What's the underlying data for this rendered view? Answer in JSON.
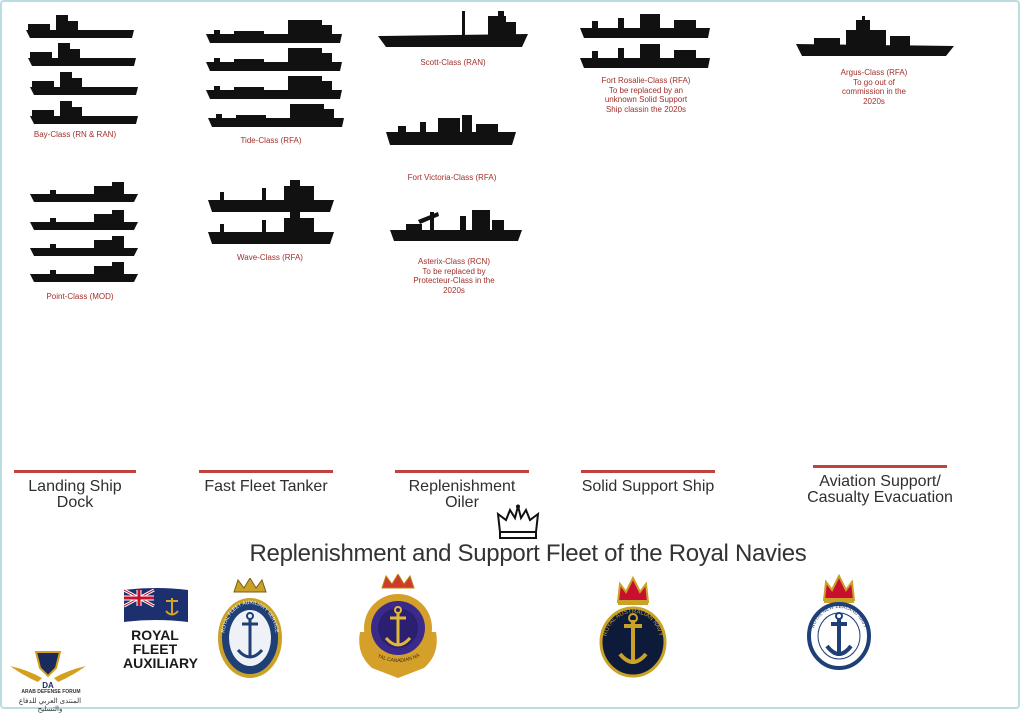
{
  "captions": {
    "bay": "Bay-Class (RN & RAN)",
    "tide": "Tide-Class (RFA)",
    "scott": "Scott-Class (RAN)",
    "fort_rosalie": [
      "Fort Rosalie-Class (RFA)",
      "To be replaced by an",
      "unknown Solid Support",
      "Ship classin the 2020s"
    ],
    "argus": [
      "Argus-Class (RFA)",
      "To go out of",
      "commission in the",
      "2020s"
    ],
    "fort_victoria": "Fort Victoria-Class (RFA)",
    "point": "Point-Class (MOD)",
    "wave": "Wave-Class (RFA)",
    "asterix": [
      "Asterix-Class (RCN)",
      "To be replaced by",
      "Protecteur-Class in the",
      "2020s"
    ]
  },
  "categories": [
    {
      "label": "Landing Ship Dock"
    },
    {
      "label": "Fast Fleet Tanker"
    },
    {
      "label": "Replenishment Oiler"
    },
    {
      "label": "Solid Support Ship"
    },
    {
      "label": [
        "Aviation Support/",
        "Casualty Evacuation"
      ]
    }
  ],
  "title": "Replenishment and Support Fleet of the Royal Navies",
  "rfa_logo": [
    "ROYAL",
    "FLEET",
    "AUXILIARY"
  ],
  "crest_texts": {
    "rfa": "ROYAL FLEET AUXILIARY SERVICE",
    "rcn": "ROYAL CANADIAN NAVY",
    "ran": "ROYAL AUSTRALIAN NAVY",
    "rnzn": "ROYAL NEW ZEALAND NAVY"
  },
  "watermark": {
    "logo": "DA",
    "en": "ARAB DEFENSE FORUM",
    "ar": "المنتدى العربي للدفاع والتسليح"
  },
  "colors": {
    "caption": "#a0302b",
    "accent_bar": "#c0433f",
    "ship": "#111111",
    "frame": "#b9dde0"
  }
}
